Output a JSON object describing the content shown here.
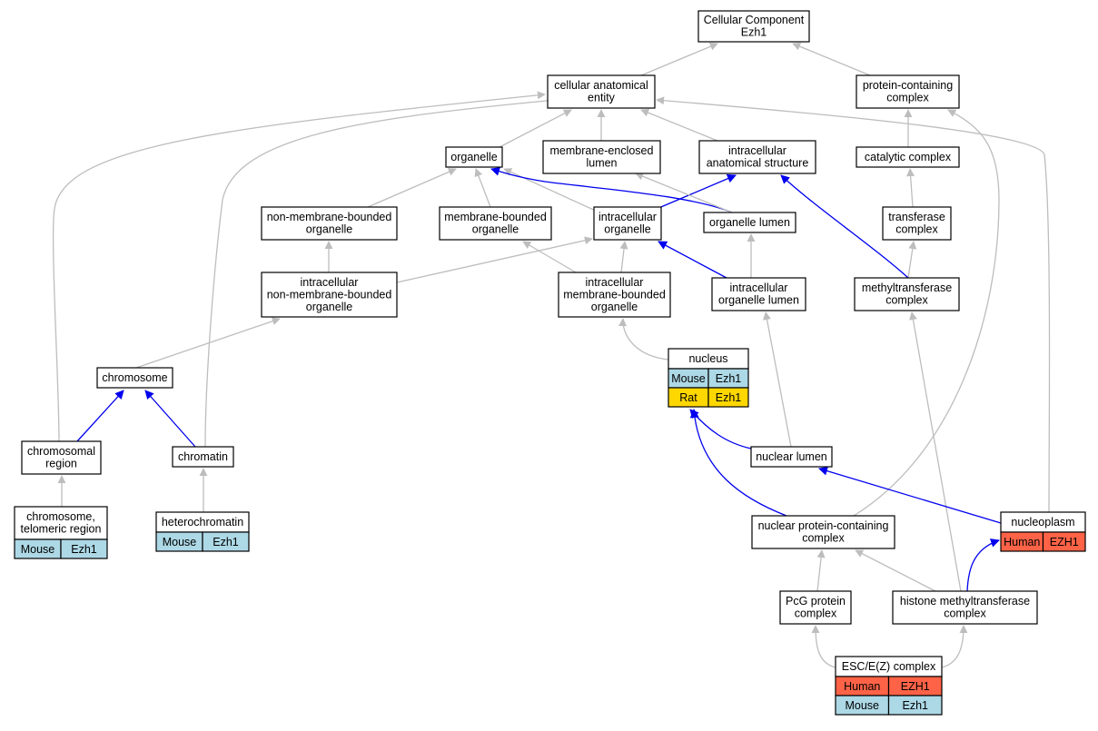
{
  "colors": {
    "gray_edge": "#bdbdbd",
    "blue_edge": "#0000ee",
    "mouse_cell": "#add8e6",
    "rat_cell": "#ffd700",
    "human_cell": "#ff6347",
    "node_fill": "#ffffff"
  },
  "nodes": [
    {
      "id": "cc_root",
      "lines": [
        "Cellular Component",
        "Ezh1"
      ]
    },
    {
      "id": "cae",
      "lines": [
        "cellular anatomical",
        "entity"
      ]
    },
    {
      "id": "pcc",
      "lines": [
        "protein-containing",
        "complex"
      ]
    },
    {
      "id": "organelle",
      "lines": [
        "organelle"
      ]
    },
    {
      "id": "mel",
      "lines": [
        "membrane-enclosed",
        "lumen"
      ]
    },
    {
      "id": "ias",
      "lines": [
        "intracellular",
        "anatomical structure"
      ]
    },
    {
      "id": "catalytic",
      "lines": [
        "catalytic complex"
      ]
    },
    {
      "id": "nmbo",
      "lines": [
        "non-membrane-bounded",
        "organelle"
      ]
    },
    {
      "id": "mbo",
      "lines": [
        "membrane-bounded",
        "organelle"
      ]
    },
    {
      "id": "io",
      "lines": [
        "intracellular",
        "organelle"
      ]
    },
    {
      "id": "ol",
      "lines": [
        "organelle lumen"
      ]
    },
    {
      "id": "transferase",
      "lines": [
        "transferase",
        "complex"
      ]
    },
    {
      "id": "inmbo",
      "lines": [
        "intracellular",
        "non-membrane-bounded",
        "organelle"
      ]
    },
    {
      "id": "imbo",
      "lines": [
        "intracellular",
        "membrane-bounded",
        "organelle"
      ]
    },
    {
      "id": "iol",
      "lines": [
        "intracellular",
        "organelle lumen"
      ]
    },
    {
      "id": "mtc",
      "lines": [
        "methyltransferase",
        "complex"
      ]
    },
    {
      "id": "chromosome",
      "lines": [
        "chromosome"
      ]
    },
    {
      "id": "nucleus",
      "lines": [
        "nucleus"
      ],
      "annotations": [
        {
          "species": "Mouse",
          "gene": "Ezh1",
          "color": "mouse"
        },
        {
          "species": "Rat",
          "gene": "Ezh1",
          "color": "rat"
        }
      ]
    },
    {
      "id": "chromosomal_region",
      "lines": [
        "chromosomal",
        "region"
      ]
    },
    {
      "id": "chromatin",
      "lines": [
        "chromatin"
      ]
    },
    {
      "id": "nuclear_lumen",
      "lines": [
        "nuclear lumen"
      ]
    },
    {
      "id": "telomeric",
      "lines": [
        "chromosome,",
        "telomeric region"
      ],
      "annotations": [
        {
          "species": "Mouse",
          "gene": "Ezh1",
          "color": "mouse"
        }
      ]
    },
    {
      "id": "heterochromatin",
      "lines": [
        "heterochromatin"
      ],
      "annotations": [
        {
          "species": "Mouse",
          "gene": "Ezh1",
          "color": "mouse"
        }
      ]
    },
    {
      "id": "npcc",
      "lines": [
        "nuclear protein-containing",
        "complex"
      ]
    },
    {
      "id": "nucleoplasm",
      "lines": [
        "nucleoplasm"
      ],
      "annotations": [
        {
          "species": "Human",
          "gene": "EZH1",
          "color": "human"
        }
      ]
    },
    {
      "id": "pcg",
      "lines": [
        "PcG protein",
        "complex"
      ]
    },
    {
      "id": "hmtc",
      "lines": [
        "histone methyltransferase",
        "complex"
      ]
    },
    {
      "id": "esc",
      "lines": [
        "ESC/E(Z) complex"
      ],
      "annotations": [
        {
          "species": "Human",
          "gene": "EZH1",
          "color": "human"
        },
        {
          "species": "Mouse",
          "gene": "Ezh1",
          "color": "mouse"
        }
      ]
    }
  ],
  "edges": [
    {
      "from": "cae",
      "to": "cc_root",
      "type": "is_a"
    },
    {
      "from": "pcc",
      "to": "cc_root",
      "type": "is_a"
    },
    {
      "from": "organelle",
      "to": "cae",
      "type": "is_a"
    },
    {
      "from": "mel",
      "to": "cae",
      "type": "is_a"
    },
    {
      "from": "ias",
      "to": "cae",
      "type": "is_a"
    },
    {
      "from": "chromosomal_region",
      "to": "cae",
      "type": "is_a"
    },
    {
      "from": "chromatin",
      "to": "cae",
      "type": "is_a"
    },
    {
      "from": "nucleoplasm",
      "to": "cae",
      "type": "is_a"
    },
    {
      "from": "catalytic",
      "to": "pcc",
      "type": "is_a"
    },
    {
      "from": "npcc",
      "to": "pcc",
      "type": "is_a"
    },
    {
      "from": "transferase",
      "to": "catalytic",
      "type": "is_a"
    },
    {
      "from": "mtc",
      "to": "transferase",
      "type": "is_a"
    },
    {
      "from": "nmbo",
      "to": "organelle",
      "type": "is_a"
    },
    {
      "from": "mbo",
      "to": "organelle",
      "type": "is_a"
    },
    {
      "from": "io",
      "to": "organelle",
      "type": "is_a"
    },
    {
      "from": "ol",
      "to": "organelle",
      "type": "part_of"
    },
    {
      "from": "io",
      "to": "ias",
      "type": "part_of"
    },
    {
      "from": "mtc",
      "to": "ias",
      "type": "part_of"
    },
    {
      "from": "ol",
      "to": "mel",
      "type": "is_a"
    },
    {
      "from": "inmbo",
      "to": "nmbo",
      "type": "is_a"
    },
    {
      "from": "inmbo",
      "to": "io",
      "type": "is_a"
    },
    {
      "from": "imbo",
      "to": "mbo",
      "type": "is_a"
    },
    {
      "from": "imbo",
      "to": "io",
      "type": "is_a"
    },
    {
      "from": "iol",
      "to": "ol",
      "type": "is_a"
    },
    {
      "from": "iol",
      "to": "io",
      "type": "part_of"
    },
    {
      "from": "hmtc",
      "to": "mtc",
      "type": "is_a"
    },
    {
      "from": "chromosome",
      "to": "inmbo",
      "type": "is_a"
    },
    {
      "from": "nucleus",
      "to": "imbo",
      "type": "is_a"
    },
    {
      "from": "nuclear_lumen",
      "to": "iol",
      "type": "is_a"
    },
    {
      "from": "chromosomal_region",
      "to": "chromosome",
      "type": "part_of"
    },
    {
      "from": "chromatin",
      "to": "chromosome",
      "type": "part_of"
    },
    {
      "from": "telomeric",
      "to": "chromosomal_region",
      "type": "is_a"
    },
    {
      "from": "heterochromatin",
      "to": "chromatin",
      "type": "is_a"
    },
    {
      "from": "nuclear_lumen",
      "to": "nucleus",
      "type": "part_of"
    },
    {
      "from": "npcc",
      "to": "nucleus",
      "type": "part_of"
    },
    {
      "from": "nucleoplasm",
      "to": "nuclear_lumen",
      "type": "part_of"
    },
    {
      "from": "hmtc",
      "to": "nucleoplasm",
      "type": "part_of"
    },
    {
      "from": "pcg",
      "to": "npcc",
      "type": "is_a"
    },
    {
      "from": "hmtc",
      "to": "npcc",
      "type": "is_a"
    },
    {
      "from": "esc",
      "to": "pcg",
      "type": "is_a"
    },
    {
      "from": "esc",
      "to": "hmtc",
      "type": "is_a"
    }
  ]
}
